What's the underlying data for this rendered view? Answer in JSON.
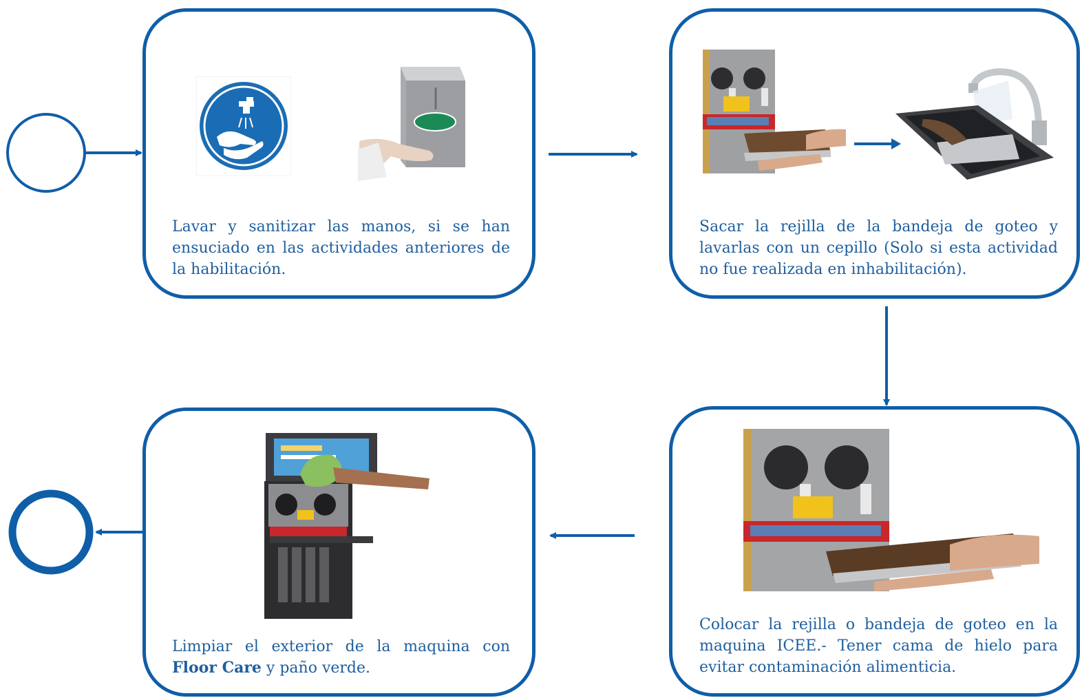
{
  "colors": {
    "accent": "#0f5ea8",
    "text": "#1f5f9e"
  },
  "steps": {
    "wash_hands": {
      "text": "Lavar y sanitizar las manos, si se han ensuciado en las actividades anteriores de la habilitación."
    },
    "remove_grate": {
      "text": "Sacar la rejilla de la bandeja de goteo y lavarlas con un cepillo (Solo si esta actividad no fue realizada en  inhabilitación)."
    },
    "place_tray": {
      "text": "Colocar la rejilla o bandeja de goteo en la maquina ICEE.- Tener cama de hielo para evitar contaminación alimenticia."
    },
    "clean_exterior": {
      "text_before": "Limpiar el exterior  de la maquina con ",
      "bold": "Floor Care",
      "text_after": " y paño verde."
    }
  },
  "icons": [
    "start-circle",
    "end-circle",
    "hand-wash-sign-icon",
    "sanitizer-dispenser-icon",
    "drip-tray-machine-icon",
    "sink-faucet-icon",
    "icee-machine-icon"
  ]
}
